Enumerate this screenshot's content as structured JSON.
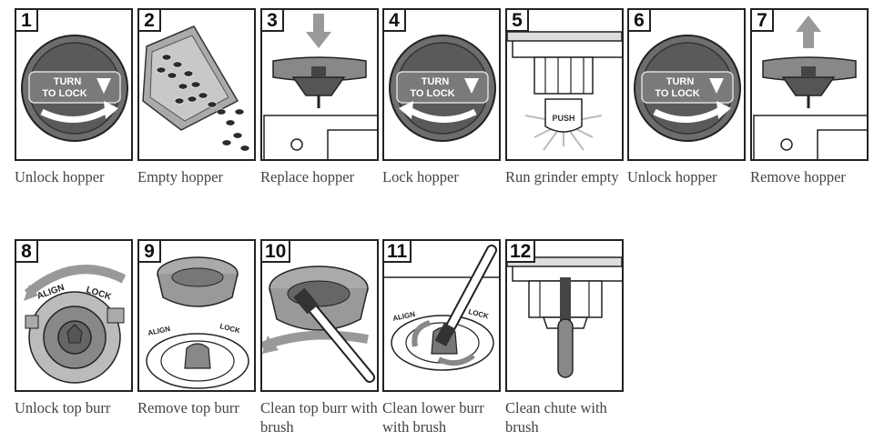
{
  "steps": [
    {
      "number": "1",
      "caption": "Unlock hopper",
      "dial_text": [
        "TURN",
        "TO LOCK"
      ]
    },
    {
      "number": "2",
      "caption": "Empty hopper"
    },
    {
      "number": "3",
      "caption": "Replace hopper"
    },
    {
      "number": "4",
      "caption": "Lock hopper",
      "dial_text": [
        "TURN",
        "TO LOCK"
      ]
    },
    {
      "number": "5",
      "caption": "Run grinder empty",
      "button_text": "PUSH"
    },
    {
      "number": "6",
      "caption": "Unlock hopper",
      "dial_text": [
        "TURN",
        "TO LOCK"
      ]
    },
    {
      "number": "7",
      "caption": "Remove hopper"
    },
    {
      "number": "8",
      "caption": "Unlock top burr",
      "align_label": "ALIGN",
      "lock_label": "LOCK"
    },
    {
      "number": "9",
      "caption": "Remove top burr",
      "align_label": "ALIGN",
      "lock_label": "LOCK"
    },
    {
      "number": "10",
      "caption": "Clean top burr with brush"
    },
    {
      "number": "11",
      "caption": "Clean lower burr with brush",
      "align_label": "ALIGN",
      "lock_label": "LOCK"
    },
    {
      "number": "12",
      "caption": "Clean chute with brush"
    }
  ]
}
